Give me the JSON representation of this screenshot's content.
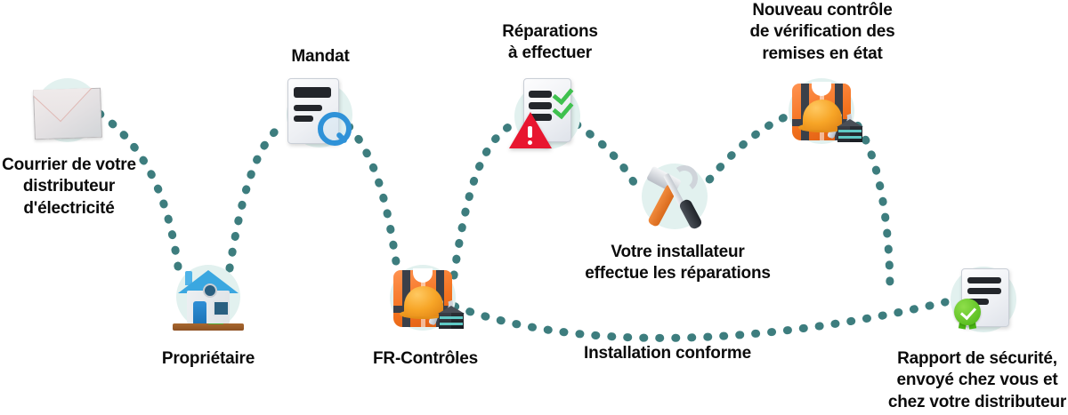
{
  "diagram": {
    "title": "Processus de controle electrique FR-Controles",
    "accent_color": "#3d7d7e",
    "halo_color": "#e2f1ef",
    "background_color": "#ffffff",
    "label_color": "#0b0b0b"
  },
  "steps": [
    {
      "id": "courrier",
      "label": "Courrier de votre\ndistributeur\nd'électricité",
      "icon": "envelope-icon"
    },
    {
      "id": "proprietaire",
      "label": "Propriétaire",
      "icon": "house-icon"
    },
    {
      "id": "mandat",
      "label": "Mandat",
      "icon": "document-magnifier-icon"
    },
    {
      "id": "fr-controles",
      "label": "FR-Contrôles",
      "icon": "safety-vest-icon"
    },
    {
      "id": "reparations",
      "label": "Réparations\nà effectuer",
      "icon": "checklist-warning-icon"
    },
    {
      "id": "installateur",
      "label": "Votre installateur\neffectue les réparations",
      "icon": "hammer-screwdriver-icon"
    },
    {
      "id": "nouveau-controle",
      "label": "Nouveau contrôle\nde vérification des\nremises en état",
      "icon": "safety-vest-icon"
    },
    {
      "id": "installation-conforme",
      "label": "Installation conforme",
      "icon": "none"
    },
    {
      "id": "rapport",
      "label": "Rapport de sécurité,\nenvoyé chez vous et\nchez votre distributeur",
      "icon": "certified-document-icon"
    }
  ]
}
